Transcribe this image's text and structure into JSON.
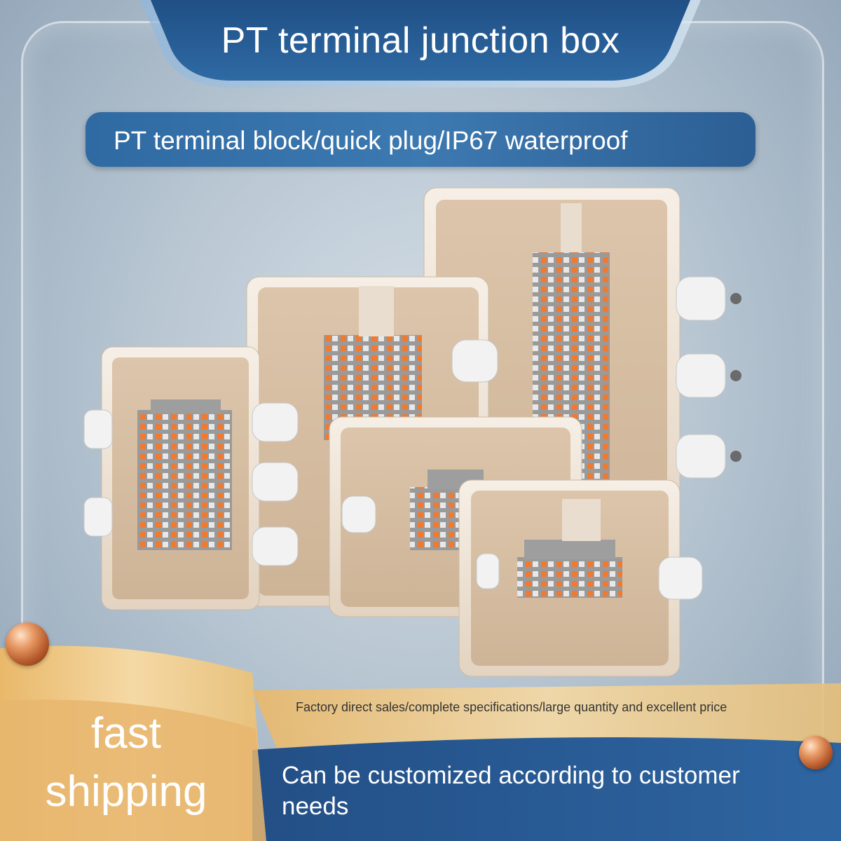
{
  "banner": {
    "title": "PT terminal junction box",
    "subtitle": "PT terminal block/quick plug/IP67 waterproof"
  },
  "colors": {
    "banner_blue": "#2d5f95",
    "pill_blue": "#3470a8",
    "box_beige": "#efe2d2",
    "terminal_orange": "#f07a30",
    "terminal_gray": "#8d8d8d",
    "gold_band": "#e8c47e",
    "copper_ball": "#c96b3a"
  },
  "footer": {
    "fast_line1": "fast",
    "fast_line2": "shipping",
    "spec_text": "Factory direct sales/complete specifications/large quantity and excellent price",
    "custom_text": "Can be customized according to customer needs"
  },
  "products": [
    {
      "label": "junction-box-large"
    },
    {
      "label": "junction-box-medium"
    },
    {
      "label": "junction-box-small-left"
    },
    {
      "label": "junction-box-small-center"
    },
    {
      "label": "junction-box-smallest"
    }
  ]
}
